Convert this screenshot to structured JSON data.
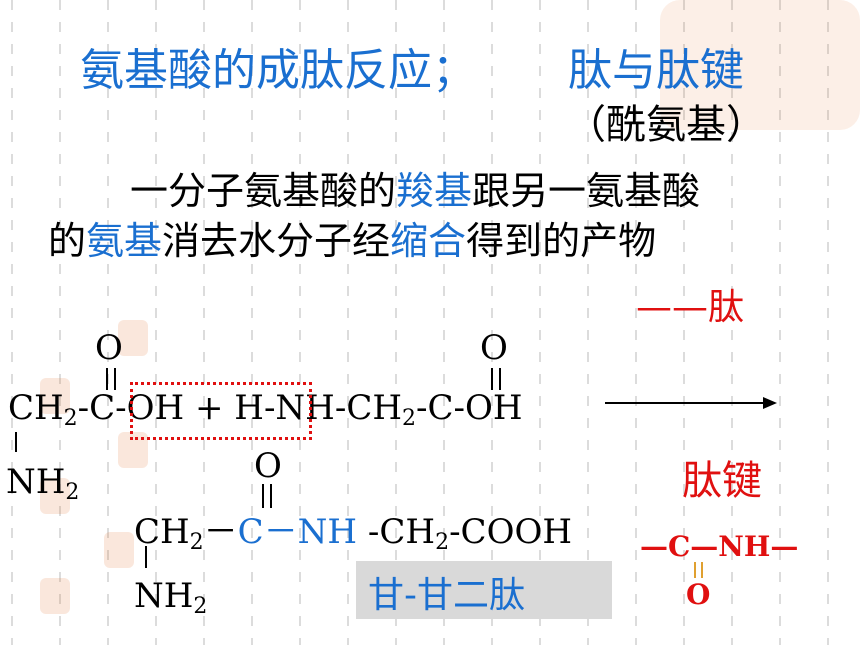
{
  "title": {
    "main": "氨基酸的成肽反应；",
    "right": "肽与肽键",
    "sub": "（酰氨基）"
  },
  "definition": {
    "line1_a": "一分子氨基酸的",
    "line1_b": "羧基",
    "line1_c": "跟另一氨基酸",
    "line2_a": "的",
    "line2_b": "氨基",
    "line2_c": "消去水分子经",
    "line2_d": "缩合",
    "line2_e": "得到的产物"
  },
  "labels": {
    "peptide": "——肽",
    "peptide_bond": "肽键",
    "dipeptide": "甘-甘二肽"
  },
  "reaction": {
    "o1": "O",
    "o2": "O",
    "left_ch2": "CH",
    "left_rest": "-C-OH  +  H-NH-CH",
    "right_rest": "-C-OH",
    "nh2_top": "NH",
    "prod_ch2": "CH",
    "prod_dash": "－",
    "prod_c": "C",
    "prod_nh": "－NH",
    "prod_rest": " -CH",
    "prod_cooh": "-COOH",
    "prod_o": "O",
    "prod_nh2": "NH",
    "sub2": "2"
  },
  "bond_formula": {
    "left": "—C—NH—",
    "o": "O"
  },
  "colors": {
    "accent_blue": "#1a6fd0",
    "accent_red": "#e01010",
    "tag_bg": "#d9d9d9"
  }
}
